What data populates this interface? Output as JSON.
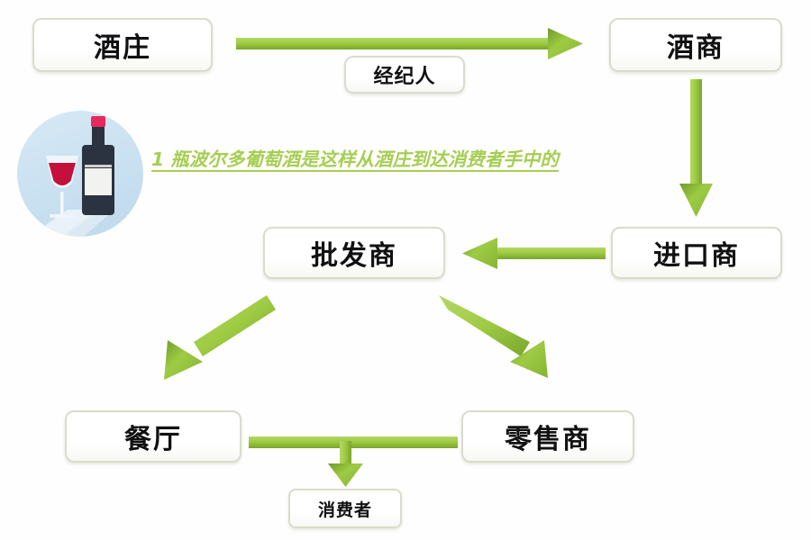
{
  "diagram": {
    "title_caption": "1 瓶波尔多葡萄酒是这样从酒庄到达消费者手中的",
    "accent_green": "#8cc63e",
    "arrow_green_light": "#a5cf4e",
    "arrow_green_dark": "#6f9b2a",
    "box_border": "#d9dccb",
    "background": "#fefefe",
    "caption_color": "#a6ce52"
  },
  "nodes": {
    "winery": "酒庄",
    "merchant": "酒商",
    "broker": "经纪人",
    "wholesaler": "批发商",
    "importer": "进口商",
    "restaurant": "餐厅",
    "retailer": "零售商",
    "consumer": "消费者"
  },
  "icon": {
    "wine_icon_name": "wine-bottle-and-glass-icon",
    "circle_color": "#cfe4f2",
    "bottle_color": "#2b3340",
    "bottle_cap_color": "#e8295c",
    "label_color": "#f2f2ee",
    "wine_color": "#c5103b",
    "glass_color": "#f6f8fa"
  },
  "flow_edges": [
    {
      "name": "winery-to-merchant",
      "from": "酒庄",
      "to": "酒商",
      "label": "经纪人",
      "direction": "right"
    },
    {
      "name": "merchant-to-importer",
      "from": "酒商",
      "to": "进口商",
      "label": "",
      "direction": "down"
    },
    {
      "name": "importer-to-wholesaler",
      "from": "进口商",
      "to": "批发商",
      "label": "",
      "direction": "left"
    },
    {
      "name": "wholesaler-to-restaurant",
      "from": "批发商",
      "to": "餐厅",
      "label": "",
      "direction": "down-left"
    },
    {
      "name": "wholesaler-to-retailer",
      "from": "批发商",
      "to": "零售商",
      "label": "",
      "direction": "down-right"
    },
    {
      "name": "restaurant-retailer-to-consumer",
      "from": "餐厅 / 零售商",
      "to": "消费者",
      "label": "",
      "direction": "down"
    }
  ]
}
